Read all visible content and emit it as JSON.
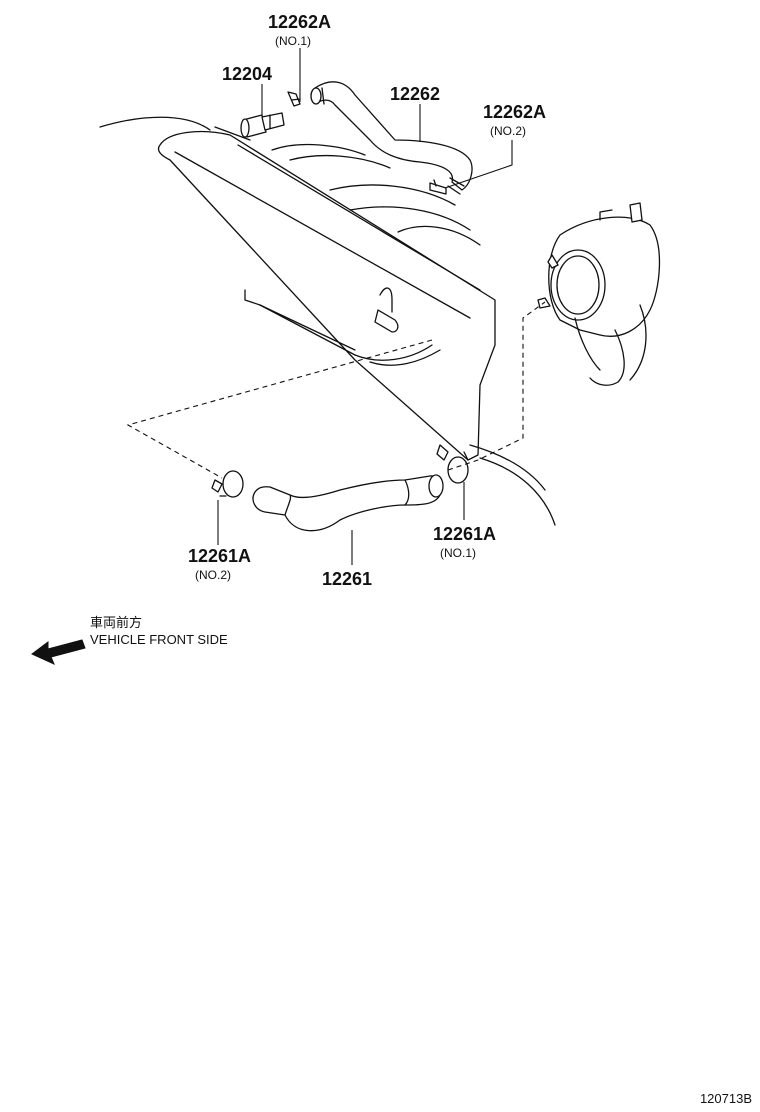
{
  "callouts": {
    "c12262a_no1": {
      "part": "12262A",
      "sub": "(NO.1)"
    },
    "c12204": {
      "part": "12204"
    },
    "c12262": {
      "part": "12262"
    },
    "c12262a_no2": {
      "part": "12262A",
      "sub": "(NO.2)"
    },
    "c12261a_no2": {
      "part": "12261A",
      "sub": "(NO.2)"
    },
    "c12261": {
      "part": "12261"
    },
    "c12261a_no1": {
      "part": "12261A",
      "sub": "(NO.1)"
    }
  },
  "direction": {
    "japanese": "車両前方",
    "english": "VEHICLE FRONT SIDE",
    "icon": "arrow-left-icon"
  },
  "drawing_number": "120713B"
}
